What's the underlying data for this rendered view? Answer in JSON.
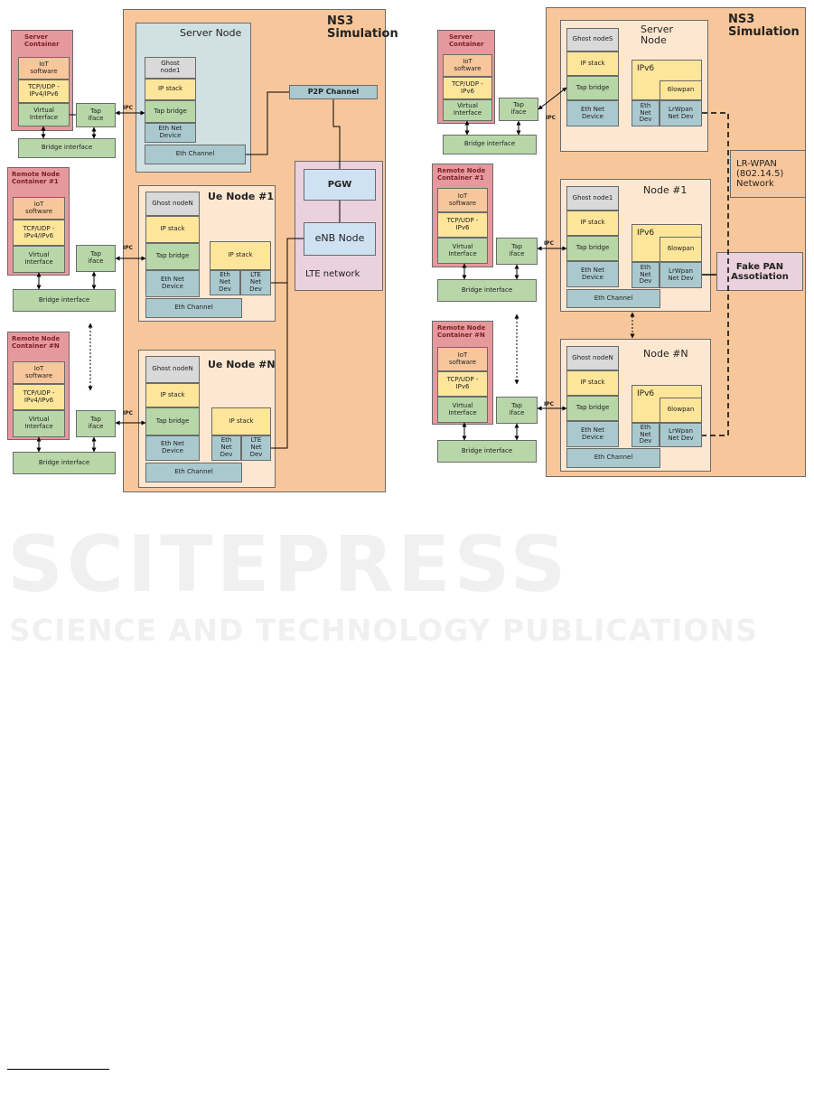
{
  "watermark": {
    "line1": "SCITEPRESS",
    "line2": "SCIENCE AND TECHNOLOGY PUBLICATIONS"
  },
  "left": {
    "ns3": "NS3\nSimulation",
    "server_container": {
      "title": "Server\nContainer",
      "iot": "IoT\nsoftware",
      "tcp": "TCP/UDP -\nIPv4/IPv6",
      "vif": "Virtual\nInterface"
    },
    "remote1": {
      "title": "Remote Node\nContainer #1",
      "iot": "IoT\nsoftware",
      "tcp": "TCP/UDP -\nIPv4/IPv6",
      "vif": "Virtual\nInterface"
    },
    "remoteN": {
      "title": "Remote Node\nContainer #N",
      "iot": "IoT\nsoftware",
      "tcp": "TCP/UDP -\nIPv4/IPv6",
      "vif": "Virtual\nInterface"
    },
    "tap": "Tap\niface",
    "bridge": "Bridge interface",
    "ipc": "IPC",
    "server_node": {
      "title": "Server Node",
      "ghost": "Ghost\nnode1",
      "ip": "IP stack",
      "tap": "Tap bridge",
      "eth": "Eth Net\nDevice",
      "channel": "Eth Channel"
    },
    "p2p": "P2P Channel",
    "pgw": "PGW",
    "enb": "eNB Node",
    "lte": "LTE network",
    "ue1": {
      "title": "Ue Node #1",
      "ghost": "Ghost nodeN",
      "ip": "IP stack",
      "tap": "Tap bridge",
      "eth": "Eth Net\nDevice",
      "ip2": "IP stack",
      "ethdev": "Eth\nNet\nDev",
      "ltedev": "LTE\nNet\nDev",
      "channel": "Eth Channel"
    },
    "ueN": {
      "title": "Ue Node #N",
      "ghost": "Ghost nodeN",
      "ip": "IP stack",
      "tap": "Tap bridge",
      "eth": "Eth Net\nDevice",
      "ip2": "IP stack",
      "ethdev": "Eth\nNet\nDev",
      "ltedev": "LTE\nNet\nDev",
      "channel": "Eth Channel"
    }
  },
  "right": {
    "ns3": "NS3\nSimulation",
    "lrwpan": "LR-WPAN\n(802.14.5)\nNetwork",
    "fakepan": "Fake PAN\nAssotiation",
    "server_container": {
      "title": "Server\nContainer",
      "iot": "IoT\nsoftware",
      "tcp": "TCP/UDP -\nIPv6",
      "vif": "Virtual\nInterface"
    },
    "remote1": {
      "title": "Remote Node\nContainer #1",
      "iot": "IoT\nsoftware",
      "tcp": "TCP/UDP -\nIPv6",
      "vif": "Virtual\nInterface"
    },
    "remoteN": {
      "title": "Remote Node\nContainer #N",
      "iot": "IoT\nsoftware",
      "tcp": "TCP/UDP -\nIPv6",
      "vif": "Virtual\nInterface"
    },
    "tap": "Tap\niface",
    "bridge": "Bridge interface",
    "ipc": "IPC",
    "server_node": {
      "title": "Server\nNode",
      "ghost": "Ghost nodeS",
      "ip": "IP stack",
      "tap": "Tap bridge",
      "eth": "Eth Net\nDevice",
      "ipv6": "IPv6",
      "sixlowpan": "6lowpan",
      "ethdev": "Eth\nNet\nDev",
      "lrwpandev": "LrWpan\nNet Dev"
    },
    "node1": {
      "title": "Node #1",
      "ghost": "Ghost node1",
      "ip": "IP stack",
      "tap": "Tap bridge",
      "eth": "Eth Net\nDevice",
      "ipv6": "IPv6",
      "sixlowpan": "6lowpan",
      "ethdev": "Eth\nNet\nDev",
      "lrwpandev": "LrWpan\nNet Dev",
      "channel": "Eth Channel"
    },
    "nodeN": {
      "title": "Node #N",
      "ghost": "Ghost nodeN",
      "ip": "IP stack",
      "tap": "Tap bridge",
      "eth": "Eth Net\nDevice",
      "ipv6": "IPv6",
      "sixlowpan": "6lowpan",
      "ethdev": "Eth\nNet\nDev",
      "lrwpandev": "LrWpan\nNet Dev",
      "channel": "Eth Channel"
    }
  }
}
